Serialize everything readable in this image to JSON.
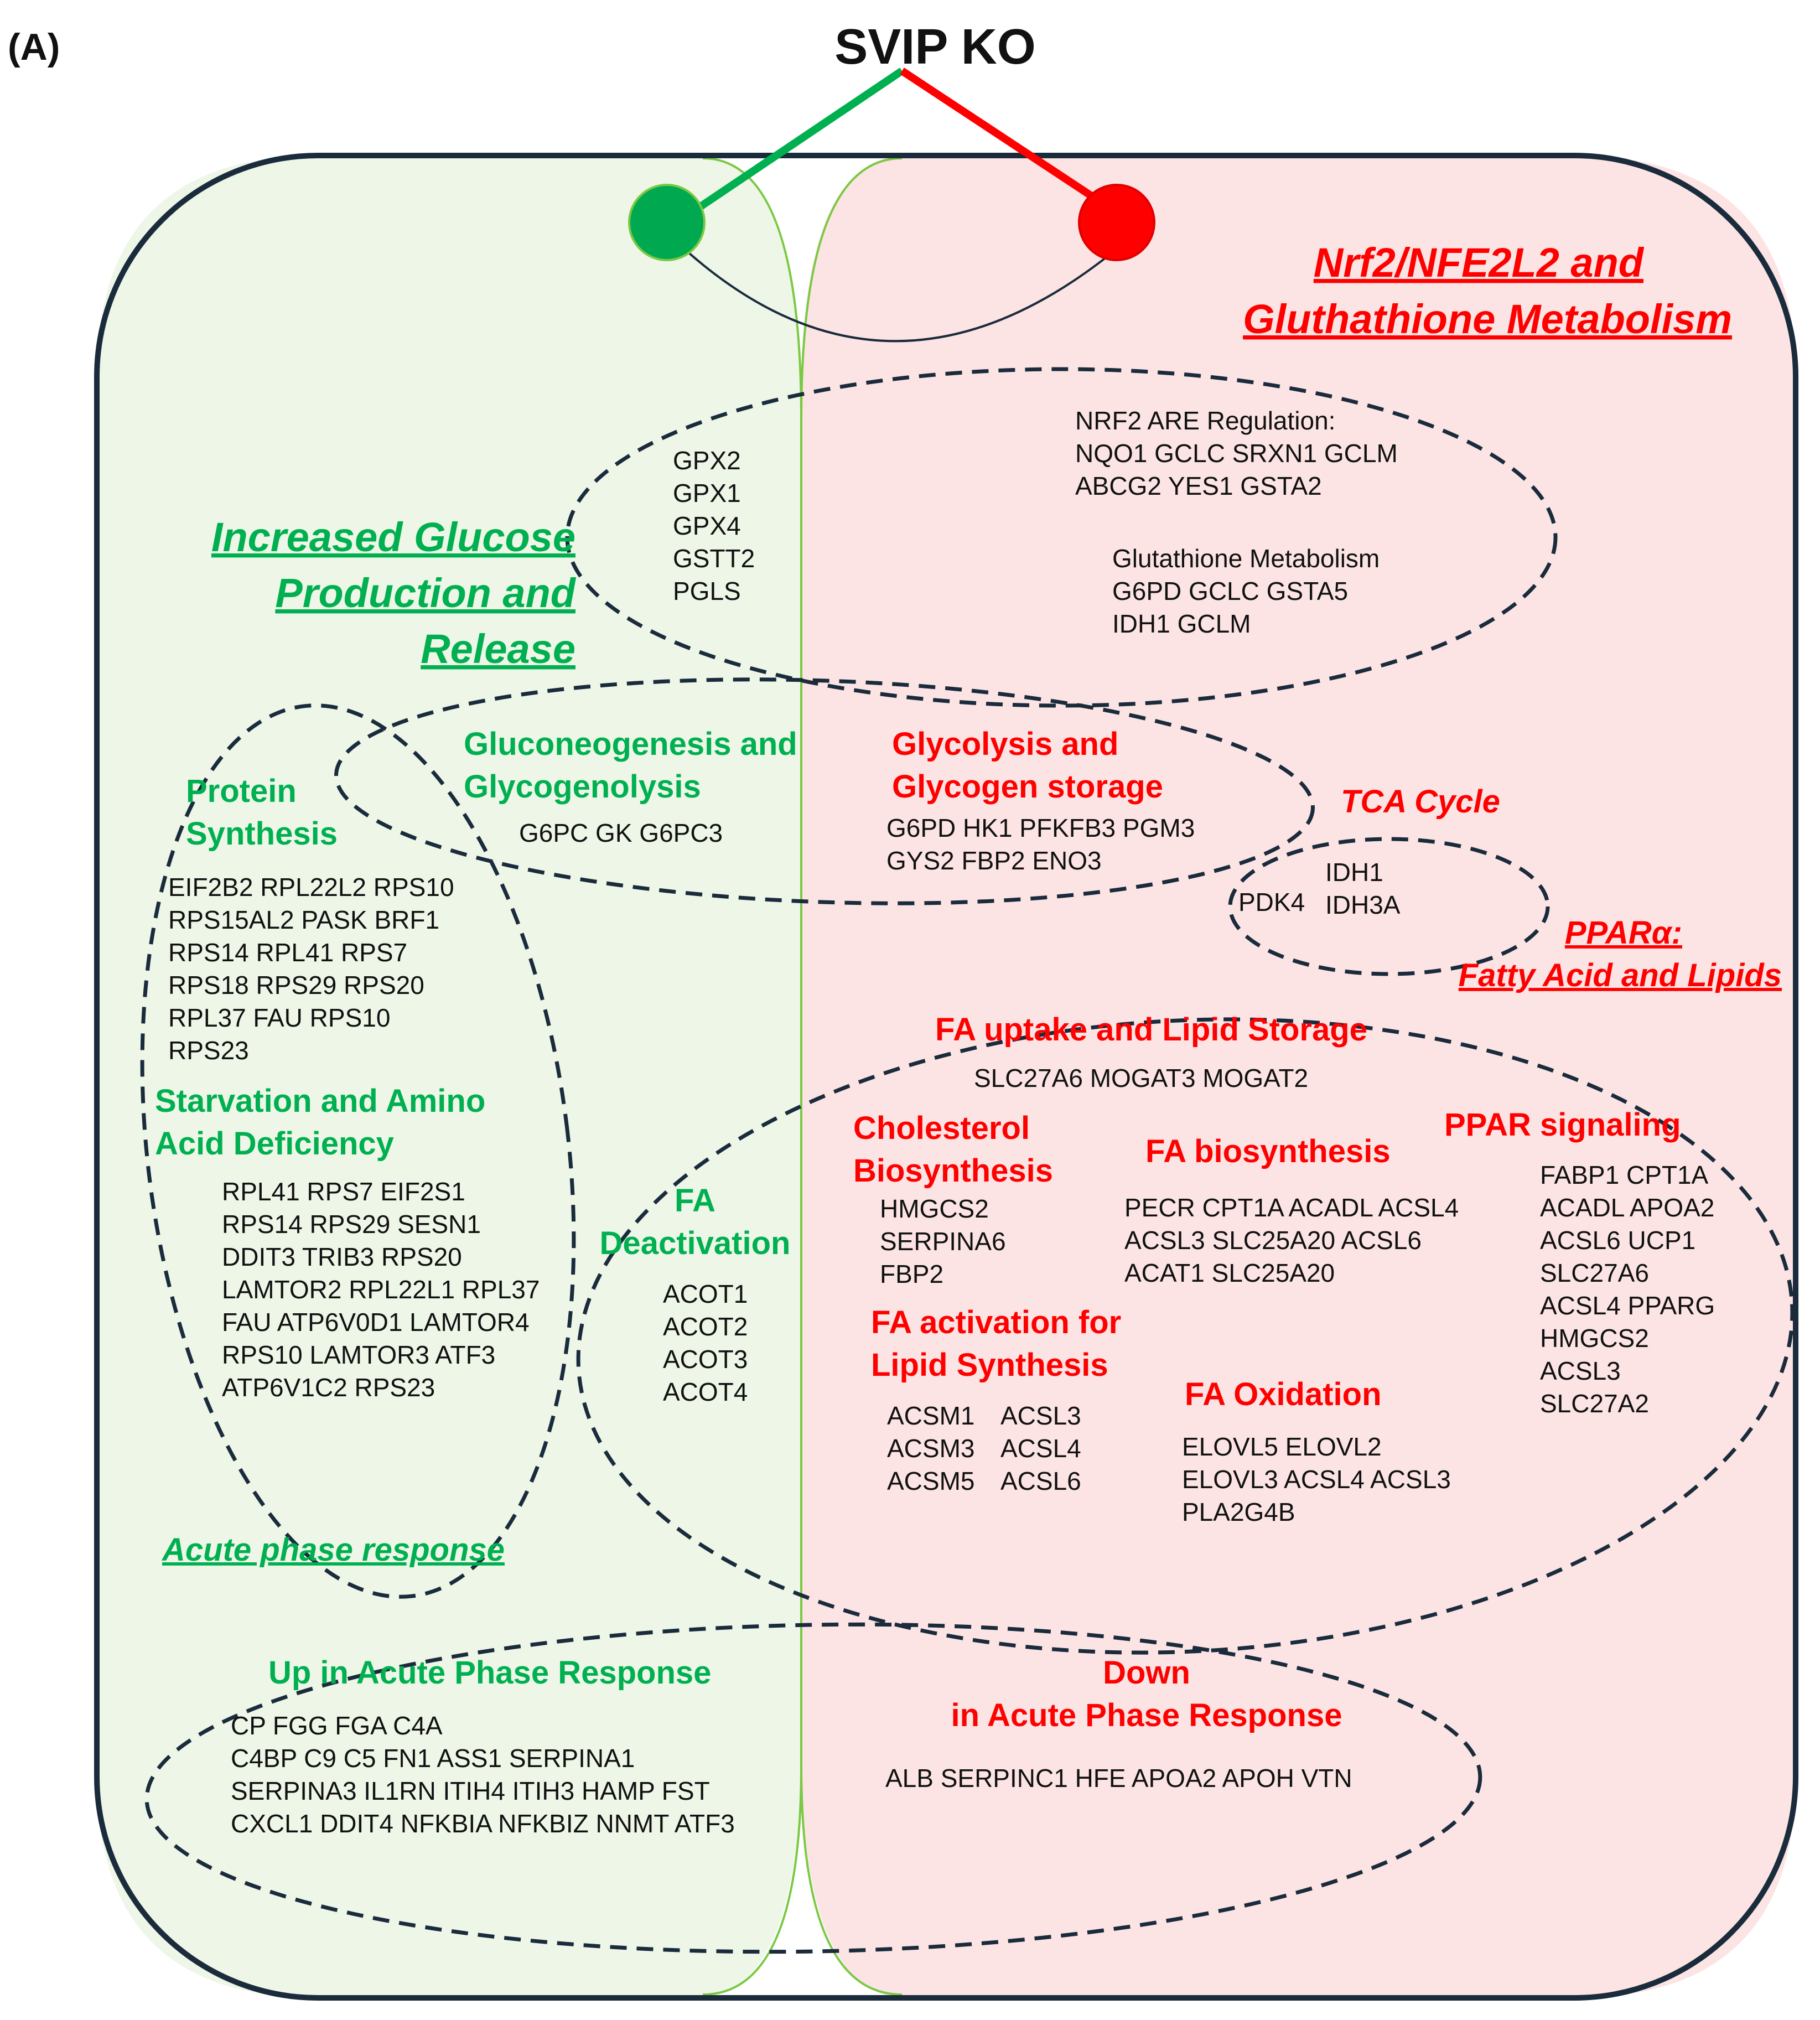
{
  "panel_label": "(A)",
  "title": "SVIP KO",
  "colors": {
    "up_green": "#00b050",
    "down_red": "#ff0000",
    "left_fill": "#eef6e8",
    "right_fill": "#fce4e4",
    "line_green": "#7ac943",
    "text_black": "#111111",
    "dash": "#1a2b3c"
  },
  "headers": {
    "nrf2_line1": "Nrf2/NFE2L2 and",
    "nrf2_line2": "Gluthathione Metabolism",
    "glucose_line1": "Increased Glucose",
    "glucose_line2": "Production and",
    "glucose_line3": "Release",
    "ppara_line1": "PPARα:",
    "ppara_line2": "Fatty Acid and Lipids",
    "acute": "Acute phase response"
  },
  "nrf2_cluster": {
    "left_genes": [
      "GPX2",
      "GPX1",
      "GPX4",
      "GSTT2",
      "PGLS"
    ],
    "are_title": "NRF2 ARE Regulation:",
    "are_line1": "NQO1 GCLC SRXN1 GCLM",
    "are_line2": "ABCG2 YES1 GSTA2",
    "gsh_title": "Glutathione Metabolism",
    "gsh_line1": "G6PD GCLC GSTA5",
    "gsh_line2": "IDH1 GCLM"
  },
  "glucose_cluster": {
    "gng_title1": "Gluconeogenesis and",
    "gng_title2": "Glycogenolysis",
    "gng_genes": "G6PC GK G6PC3",
    "gly_title1": "Glycolysis and",
    "gly_title2": "Glycogen storage",
    "gly_genes1": "G6PD HK1 PFKFB3 PGM3",
    "gly_genes2": "GYS2 FBP2 ENO3"
  },
  "tca": {
    "title": "TCA Cycle",
    "left": "PDK4",
    "right1": "IDH1",
    "right2": "IDH3A"
  },
  "protein": {
    "title1": "Protein",
    "title2": "Synthesis",
    "genes": [
      "EIF2B2 RPL22L2 RPS10",
      "RPS15AL2 PASK BRF1",
      "RPS14 RPL41 RPS7",
      "RPS18  RPS29 RPS20",
      "RPL37 FAU RPS10",
      "RPS23"
    ],
    "starv_title1": "Starvation and Amino",
    "starv_title2": "Acid Deficiency",
    "starv_genes": [
      "RPL41 RPS7 EIF2S1",
      "RPS14 RPS29 SESN1",
      "DDIT3 TRIB3 RPS20",
      "LAMTOR2 RPL22L1 RPL37",
      "FAU ATP6V0D1 LAMTOR4",
      "RPS10 LAMTOR3 ATF3",
      "ATP6V1C2 RPS23"
    ]
  },
  "fatty_acid": {
    "uptake_title": "FA uptake and Lipid Storage",
    "uptake_genes": "SLC27A6 MOGAT3 MOGAT2",
    "deact_title1": "FA",
    "deact_title2": "Deactivation",
    "deact_genes": [
      "ACOT1",
      "ACOT2",
      "ACOT3",
      "ACOT4"
    ],
    "chol_title1": "Cholesterol",
    "chol_title2": "Biosynthesis",
    "chol_genes": [
      "HMGCS2",
      "SERPINA6",
      "FBP2"
    ],
    "biosyn_title": "FA biosynthesis",
    "biosyn_genes": [
      "PECR CPT1A ACADL ACSL4",
      "ACSL3 SLC25A20 ACSL6",
      "ACAT1 SLC25A20"
    ],
    "ppar_title": "PPAR signaling",
    "ppar_genes": [
      "FABP1 CPT1A",
      "ACADL APOA2",
      "ACSL6 UCP1",
      "SLC27A6",
      "ACSL4 PPARG",
      "HMGCS2",
      "ACSL3",
      "SLC27A2"
    ],
    "act_title1": "FA activation for",
    "act_title2": "Lipid Synthesis",
    "act_genes_a": [
      "ACSM1",
      "ACSM3",
      "ACSM5"
    ],
    "act_genes_b": [
      "ACSL3",
      "ACSL4",
      "ACSL6"
    ],
    "ox_title": "FA Oxidation",
    "ox_genes": [
      "ELOVL5 ELOVL2",
      "ELOVL3 ACSL4 ACSL3",
      "PLA2G4B"
    ]
  },
  "acute_phase": {
    "up_title": "Up in Acute Phase Response",
    "up_genes": [
      "CP FGG FGA C4A",
      "C4BP C9 C5 FN1 ASS1 SERPINA1",
      "SERPINA3 IL1RN ITIH4 ITIH3 HAMP FST",
      "CXCL1 DDIT4 NFKBIA NFKBIZ NNMT ATF3"
    ],
    "down_title1": "Down",
    "down_title2": "in Acute Phase Response",
    "down_genes": "ALB SERPINC1 HFE APOA2 APOH VTN"
  }
}
